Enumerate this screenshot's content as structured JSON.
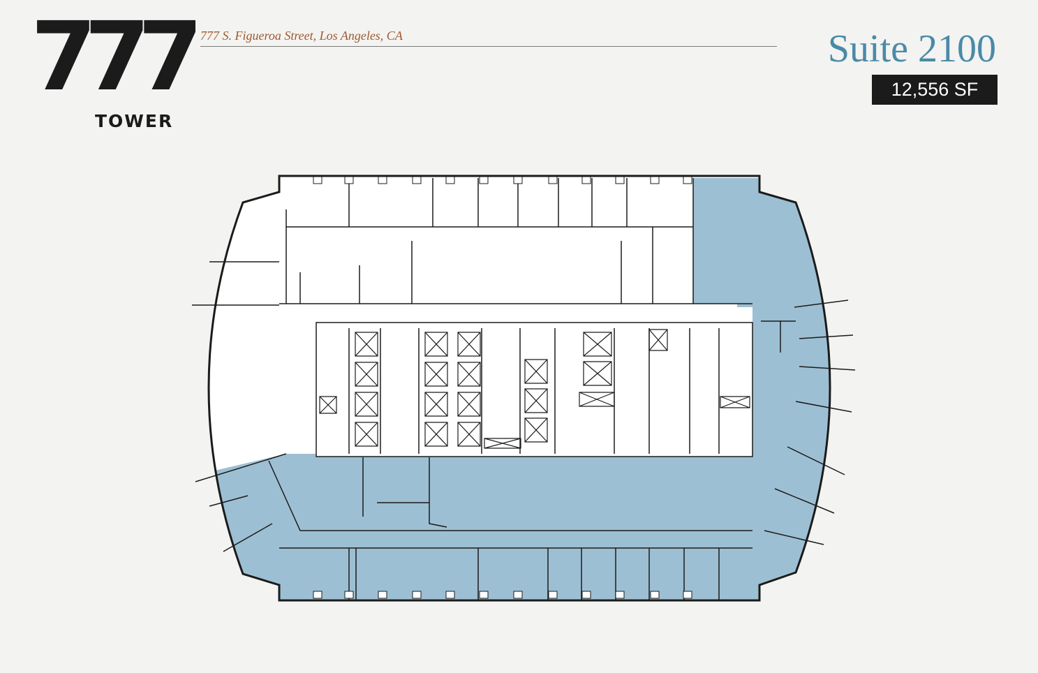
{
  "logo": {
    "number": "777",
    "word": "TOWER"
  },
  "address": "777 S. Figueroa Street, Los Angeles, CA",
  "suite": {
    "title": "Suite 2100",
    "area": "12,556 SF"
  },
  "colors": {
    "suite_highlight": "#9dbfd3",
    "address": "#a0592f",
    "suite_title": "#4a8aa7",
    "walls": "#1b1b1b"
  }
}
